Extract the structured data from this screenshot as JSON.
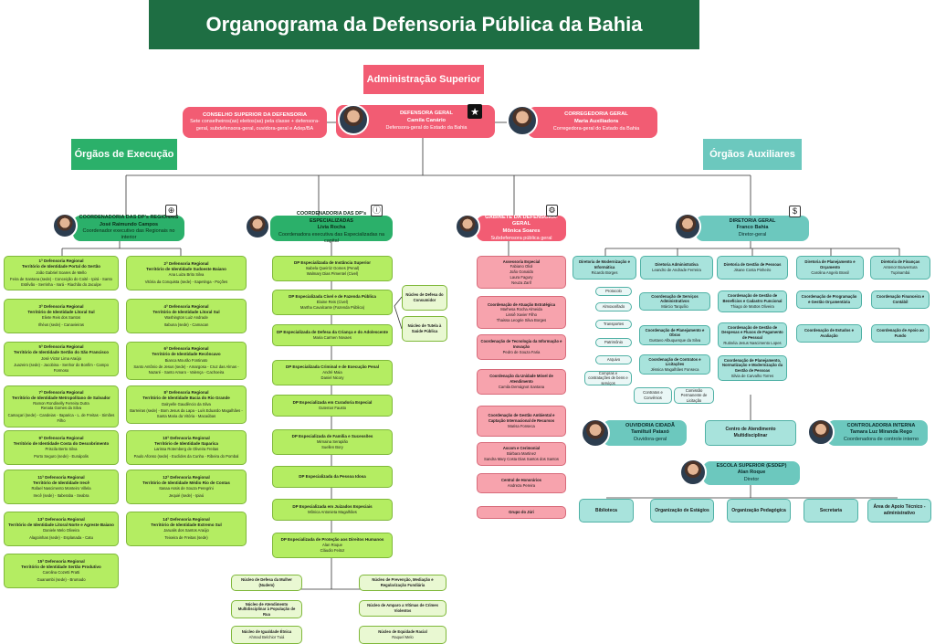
{
  "title": "Organograma da Defensoria Pública da Bahia",
  "adm_superior": "Administração Superior",
  "orgaos_execucao": "Órgãos de Execução",
  "orgaos_auxiliares": "Órgãos Auxiliares",
  "conselho": {
    "title": "CONSELHO SUPERIOR DA DEFENSORIA",
    "desc": "Sete conselheiros(as) eleitos(as) pela classe + defensora-geral, subdefensora-geral, ouvidora-geral e Adep/BA"
  },
  "defensora": {
    "title": "DEFENSORA GERAL",
    "name": "Camila Canário",
    "role": "Defensora-geral do Estado da Bahia"
  },
  "corregedoria": {
    "title": "CORREGEDORIA GERAL",
    "name": "Maria Auxiliadora",
    "role": "Corregedora-geral do Estado da Bahia"
  },
  "cdri": {
    "title": "COORDENADORIA DAS DP's REGIONAIS",
    "name": "José Raimundo Campos",
    "role": "Coordenador executivo das Regionais no interior"
  },
  "cde": {
    "title": "COORDENADORIA DAS DP's ESPECIALIZADAS",
    "name": "Lívia Rocha",
    "role": "Coordenadora executiva das Especializadas na capital"
  },
  "gabinete": {
    "title": "GABINETE DA DEFENSORA-GERAL",
    "name": "Mônica Soares",
    "role": "Subdefensora pública geral"
  },
  "diretoria": {
    "title": "DIRETORIA GERAL",
    "name": "Franco Bahia",
    "role": "Diretor-geral"
  },
  "regionais_left": [
    {
      "title": "1ª Defensoria Regional",
      "sub": "Território de Identidade Portal do Sertão",
      "name": "João Gabriel Soares de Mello",
      "cities": "Feira de Santana (sede) - Conceição do Coité - Ipirá - Santo Estêvão - Serrinha - Irará - Riachão do Jacuípe"
    },
    {
      "title": "3ª Defensoria Regional",
      "sub": "Território de Identidade Litoral Sul",
      "name": "Eliete Reis dos Santos",
      "cities": "Ilhéus (sede) - Canavieiras"
    },
    {
      "title": "5ª Defensoria Regional",
      "sub": "Território de Identidade Sertão do São Francisco",
      "name": "José Victor Lima Araújo",
      "cities": "Juazeiro (sede) - Jacobina - Senhor do Bonfim - Campo Formoso"
    },
    {
      "title": "7ª Defensoria Regional",
      "sub": "Território de Identidade Metropolitano de Salvador",
      "name": "Ramon Rondinelly Ferreira Dutra",
      "name2": "Renata Gomes da Silva",
      "cities": "Camaçari (sede) - Candeias - Itaparica - L. de Freitas - Simões Filho"
    },
    {
      "title": "9ª Defensoria Regional",
      "sub": "Território de Identidade Costa do Descobrimento",
      "name": "Priscila Berto Silva",
      "cities": "Porto Seguro (sede) - Eunápolis"
    },
    {
      "title": "11ª Defensoria Regional",
      "sub": "Território de Identidade Irecê",
      "name": "Rafael Nascimento Monteiro Villela",
      "cities": "Irecê (sede) - Itaberaba - Seabra"
    },
    {
      "title": "13ª Defensoria Regional",
      "sub": "Território de Identidade Litoral Norte e Agreste Baiano",
      "name": "Daniele Melo Oliveira",
      "cities": "Alagoinhas (sede) - Esplanada - Catu"
    },
    {
      "title": "15ª Defensoria Regional",
      "sub": "Território de Identidade Sertão Produtivo",
      "name": "Carolina Cozetti Pratti",
      "cities": "Guanambi (sede) - Brumado"
    }
  ],
  "regionais_right": [
    {
      "title": "2ª Defensoria Regional",
      "sub": "Território de Identidade Sudoeste Baiano",
      "name": "Ana Luiza Brito Silva",
      "cities": "Vitória da Conquista (sede) - Itapetinga - Poções"
    },
    {
      "title": "4ª Defensoria Regional",
      "sub": "Território de Identidade Litoral Sul",
      "name": "Washington Luiz Andrade",
      "cities": "Itabuna (sede) - Camacan"
    },
    {
      "title": "6ª Defensoria Regional",
      "sub": "Território de Identidade Recôncavo",
      "name": "Bianca Mourão Fontinato",
      "cities": "Santo Antônio de Jesus (sede) - Amargosa - Cruz das Almas - Nazaré - Santo Amaro - Valença - Cachoeira"
    },
    {
      "title": "8ª Defensoria Regional",
      "sub": "Território de Identidade Bacia do Rio Grande",
      "name": "Dalryelle Gaudêncio da Silva",
      "cities": "Barreiras (sede) - Bom Jesus da Lapa - Luís Eduardo Magalhães - Santa Maria da Vitória - Macaúbas"
    },
    {
      "title": "10ª Defensoria Regional",
      "sub": "Território de Identidade Itaparica",
      "name": "Larissa Rotemberg de Oliveira Freitas",
      "cities": "Paulo Afonso (sede) - Euclides da Cunha - Ribeira do Pombal"
    },
    {
      "title": "12ª Defensoria Regional",
      "sub": "Território de Identidade Médio Rio de Contas",
      "name": "Itanaa Assis de Souza Peregrini",
      "cities": "Jequié (sede) - Ipiaú"
    },
    {
      "title": "14ª Defensoria Regional",
      "sub": "Território de Identidade Extremo Sul",
      "name": "Jarualis dos Santos Araújo",
      "cities": "Teixeira de Freitas (sede)"
    }
  ],
  "especializadas": [
    {
      "title": "DP Especializada de Instância Superior",
      "name": "Isabela Queiróz Gomes (Penal)",
      "name2": "Walmary Dias Pimentel (Civel)"
    },
    {
      "title": "DP Especializada Cível e de Fazenda Pública",
      "name": "Elaine Reis (Civel)",
      "name2": "Martha Cavalcante (Fazenda Pública)"
    },
    {
      "title": "DP Especializada de Defesa da Criança e do Adolescente",
      "name": "Maria Carmen Novaes"
    },
    {
      "title": "DP Especializada Criminal e de Execução Penal",
      "name": "André Maia",
      "name2": "Daniel Nicory"
    },
    {
      "title": "DP Especializada em Curadoria Especial",
      "name": "Gutemar Fausto"
    },
    {
      "title": "DP Especializada de Família e Sucessões",
      "name": "Mirnaina Serapião",
      "name2": "Suellen Bory"
    },
    {
      "title": "DP Especializada da Pessoa Idosa",
      "name": ""
    },
    {
      "title": "DP Especializada em Juizados Especiais",
      "name": "Mônica Antonieta Magalhães"
    },
    {
      "title": "DP Especializada de Proteção aos Direitos Humanos",
      "name": "Alan Roque",
      "name2": "Cláudio Feitoz"
    }
  ],
  "nucleos_side": [
    "Núcleo de Defesa do Consumidor",
    "Núcleo de Tutela à Saúde Pública"
  ],
  "nucleos_bottom": [
    {
      "title": "Núcleo de Defesa da Mulher (Nudem)"
    },
    {
      "title": "Núcleo de Prevenção, Mediação e Regularização Fundiária"
    },
    {
      "title": "Núcleo de Atendimento Multidisciplinar à População de Rua"
    },
    {
      "title": "Núcleo de Amparo a Vítimas de Crimes Violentos"
    },
    {
      "title": "Núcleo de Igualdade Étnica",
      "name": "Ahmad Belchior Tuiá"
    },
    {
      "title": "Núcleo de Equidade Racial",
      "name": "Raquel Melo"
    }
  ],
  "gabinete_items": [
    {
      "title": "Assessoria Especial",
      "name": "Fabiano Oliol",
      "name2": "João Gonaldo",
      "name3": "Laura Fagury",
      "name4": "Neuza Zarif"
    },
    {
      "title": "Coordenação de Atuação Estratégica",
      "name": "Marhesa Rocha Almeida",
      "name2": "Lissiê Xavier Filho",
      "name3": "Thaissa Leogrie Silva Borges"
    },
    {
      "title": "Coordenação de Tecnologia da Informação e Inovação",
      "name": "Pedro de Souza Faria"
    },
    {
      "title": "Coordenação da Unidade Móvel de Atendimento",
      "name": "Camila Demágnot Santana"
    },
    {
      "title": "Coordenação de Gestão Ambiental e Captação Internacional de Recursos",
      "name": "Marisa Fonseca"
    },
    {
      "title": "Ascom e Cerimonial",
      "name": "Bárbara Martinez",
      "name2": "Sandra Mary Costa Dias Santos dos Santos"
    },
    {
      "title": "Central de Honorários",
      "name": "Andreza Pereira"
    },
    {
      "title": "Grupo do Júri",
      "name": ""
    }
  ],
  "diretorias": [
    {
      "title": "Diretoria de Modernização e Informática",
      "name": "Ricardo Borges"
    },
    {
      "title": "Diretoria Administrativa",
      "name": "Leandro de Andrade Ferreira"
    },
    {
      "title": "Diretoria de Gestão de Pessoas",
      "name": "Jisane Costa Pinheiro"
    },
    {
      "title": "Diretoria de Planejamento e Orçamento",
      "name": "Carolina Angelo Brasil"
    },
    {
      "title": "Diretoria de Finanças",
      "name": "Antenor Boaventura Tupinambá"
    }
  ],
  "adm_small": [
    "Protocolo",
    "Almoxarifado",
    "Transportes",
    "Patrimônio",
    "Arquivo",
    "Compras e contratações de bens e serviços"
  ],
  "adm_coords": [
    {
      "title": "Coordenação de Serviços Administrativos",
      "name": "Márcio Tarquílio"
    },
    {
      "title": "Coordenação de Planejamento e Obras",
      "name": "Gustavo Albuquerque da Silva"
    },
    {
      "title": "Coordenação de Contratos e Licitações",
      "name": "Jéssica Magalhães Fonseca"
    }
  ],
  "adm_bottom": [
    "Contratos e Convênios",
    "Comissão Permanente de Licitação"
  ],
  "gp_coords": [
    {
      "title": "Coordenação de Gestão de Benefícios e Cadastro Funcional",
      "name": "Thiago de Mattos Oliveira"
    },
    {
      "title": "Coordenação de Gestão de Despesas e Fluxos de Pagamento de Pessoal",
      "name": "Rutinéia Jesus Nascimento Lopes"
    },
    {
      "title": "Coordenação de Planejamento, Normatização e Modernização da Gestão de Pessoas",
      "name": "Silvia de Carvalho Torres"
    }
  ],
  "po_coords": [
    {
      "title": "Coordenação de Programação e Gestão Orçamentária"
    },
    {
      "title": "Coordenação de Estudos e Avaliação"
    }
  ],
  "fin_coords": [
    {
      "title": "Coordenação Financeira e Contábil"
    },
    {
      "title": "Coordenação de Apoio ao Fundo"
    }
  ],
  "ouvidoria": {
    "title": "OUVIDORIA CIDADÃ",
    "name": "Tamiltuil Pataxó",
    "role": "Ouvidora-geral"
  },
  "centro": "Centro de Atendimento Multidisciplinar",
  "controladoria": {
    "title": "CONTROLADORIA INTERNA",
    "name": "Tamara Luz Miranda Rego",
    "role": "Coordenadora de controle interno"
  },
  "escola": {
    "title": "ESCOLA SUPERIOR (ESDEP)",
    "name": "Alan Roque",
    "role": "Diretor"
  },
  "escola_items": [
    "Biblioteca",
    "Organização de Estágios",
    "Organização Pedagógica",
    "Secretaria",
    "Área de Apoio Técnico - administrativo"
  ],
  "icons": {
    "defensora": "star-icon",
    "cdri": "globe-icon",
    "cde": "info-icon",
    "gabinete": "gear-icon",
    "diretoria": "dollar-icon"
  },
  "colors": {
    "title_bg": "#1e6e43",
    "red": "#f25c73",
    "green": "#2bb06a",
    "teal": "#6cc8be",
    "light_green": "#b4ed62",
    "light_pink": "#f7a3ad",
    "light_teal": "#a8e3dc"
  }
}
